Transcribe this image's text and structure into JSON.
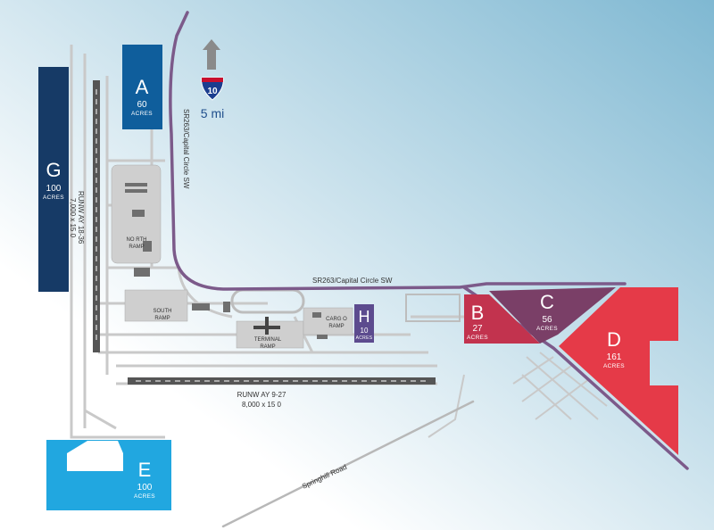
{
  "colors": {
    "background_top": "#7fb8d2",
    "background_bottom": "#ffffff",
    "road": "#7c5a8a",
    "parcel_A": "#0f5e9c",
    "parcel_G": "#163a66",
    "parcel_B": "#c2334e",
    "parcel_C": "#7a3f67",
    "parcel_D": "#e53a48",
    "parcel_E": "#21a7e0",
    "parcel_H": "#5c4b8e",
    "runway": "#555555",
    "taxiway": "#c8c8c8"
  },
  "north_indicator": {
    "arrow_icon": "up-arrow-icon",
    "shield_icon": "interstate-shield-icon",
    "interstate": "10",
    "distance": "5 mi"
  },
  "roads": {
    "capital_circle_vertical": "SR263/Capital Circle SW",
    "capital_circle_horizontal": "SR263/Capital Circle SW",
    "springhill": "Springhill Road"
  },
  "runways": {
    "r18_36_name": "RUNW AY 18-36",
    "r18_36_size": "7,000 x 15 0",
    "r9_27_name": "RUNW AY 9-27",
    "r9_27_size": "8,000 x 15 0"
  },
  "ramps": {
    "north": [
      "NO RTH",
      "RAMP"
    ],
    "south": [
      "SOUTH",
      "RAMP"
    ],
    "terminal": [
      "TERMINAL",
      "RAMP"
    ],
    "cargo": [
      "CARG O",
      "RAMP"
    ]
  },
  "parcels": [
    {
      "id": "A",
      "letter": "A",
      "acres": "60",
      "unit": "ACRES"
    },
    {
      "id": "B",
      "letter": "B",
      "acres": "27",
      "unit": "ACRES"
    },
    {
      "id": "C",
      "letter": "C",
      "acres": "56",
      "unit": "ACRES"
    },
    {
      "id": "D",
      "letter": "D",
      "acres": "161",
      "unit": "ACRES"
    },
    {
      "id": "E",
      "letter": "E",
      "acres": "100",
      "unit": "ACRES"
    },
    {
      "id": "G",
      "letter": "G",
      "acres": "100",
      "unit": "ACRES"
    },
    {
      "id": "H",
      "letter": "H",
      "acres": "10",
      "unit": "ACRES"
    }
  ]
}
